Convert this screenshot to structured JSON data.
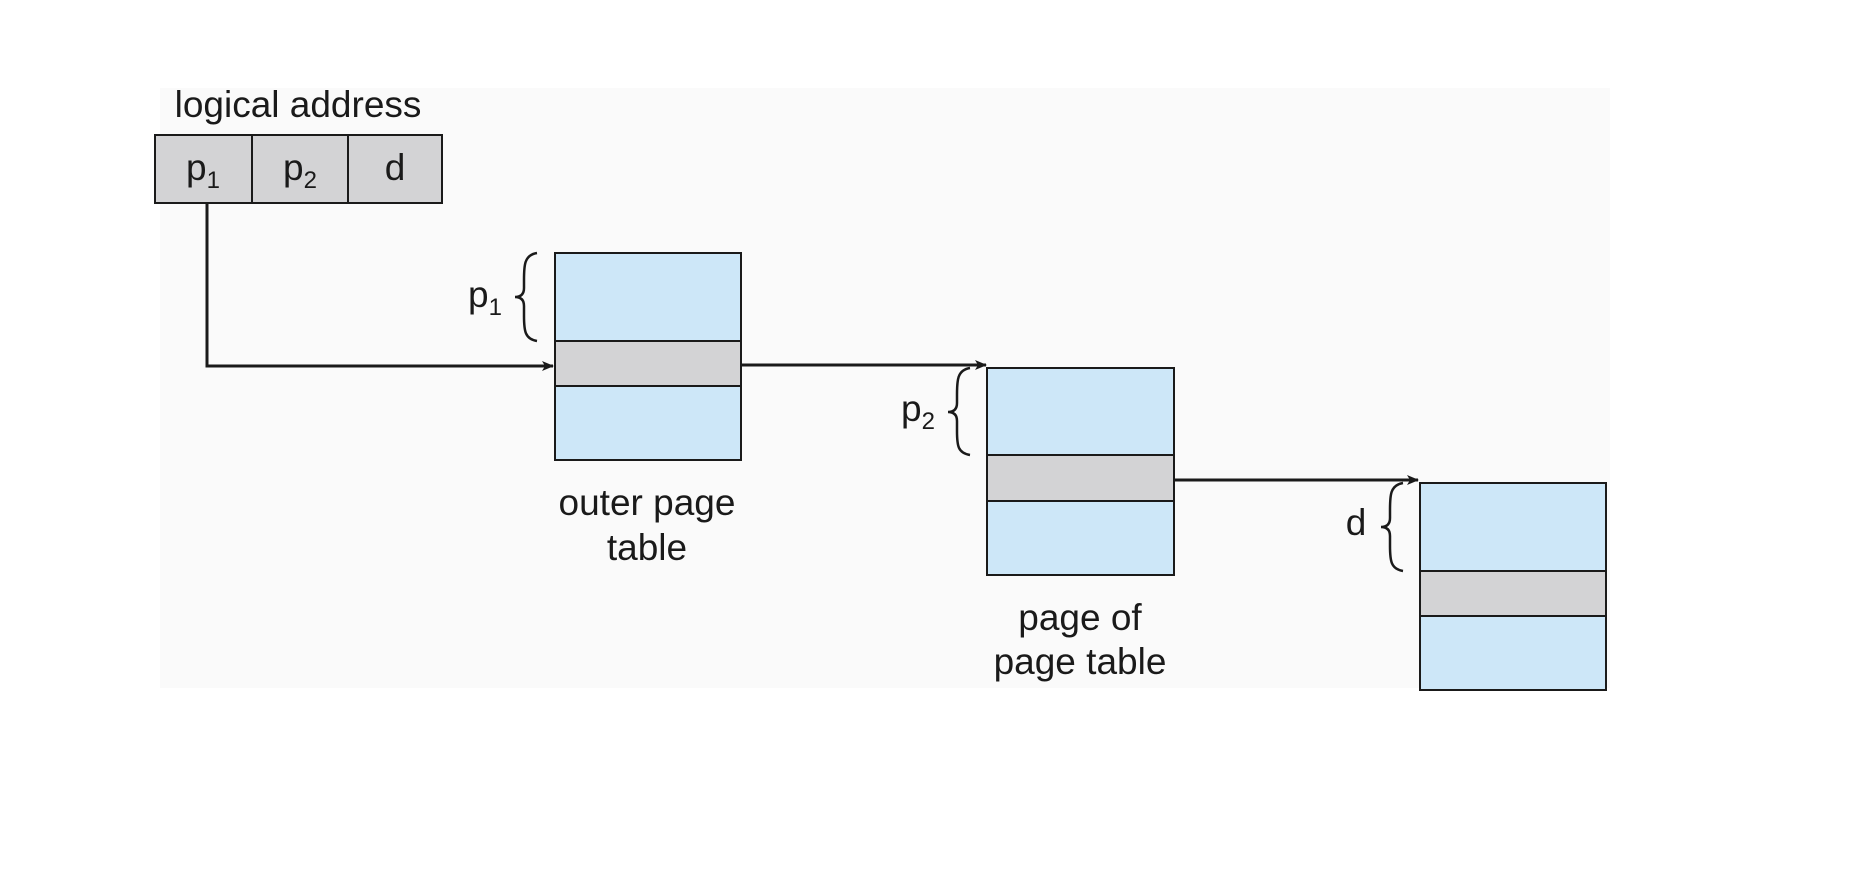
{
  "logical_address": {
    "title": "logical address",
    "fields": [
      {
        "base": "p",
        "sub": "1"
      },
      {
        "base": "p",
        "sub": "2"
      },
      {
        "base": "d",
        "sub": ""
      }
    ]
  },
  "outer_table": {
    "caption_line1": "outer page",
    "caption_line2": "table",
    "brace_label": {
      "base": "p",
      "sub": "1"
    }
  },
  "inner_table": {
    "caption_line1": "page of",
    "caption_line2": "page table",
    "brace_label": {
      "base": "p",
      "sub": "2"
    }
  },
  "page": {
    "brace_label": {
      "base": "d",
      "sub": ""
    }
  },
  "colors": {
    "table_fill": "#cde7f8",
    "entry_fill": "#d3d3d5",
    "stroke": "#1a1a1a",
    "background_panel": "#fafafa"
  }
}
